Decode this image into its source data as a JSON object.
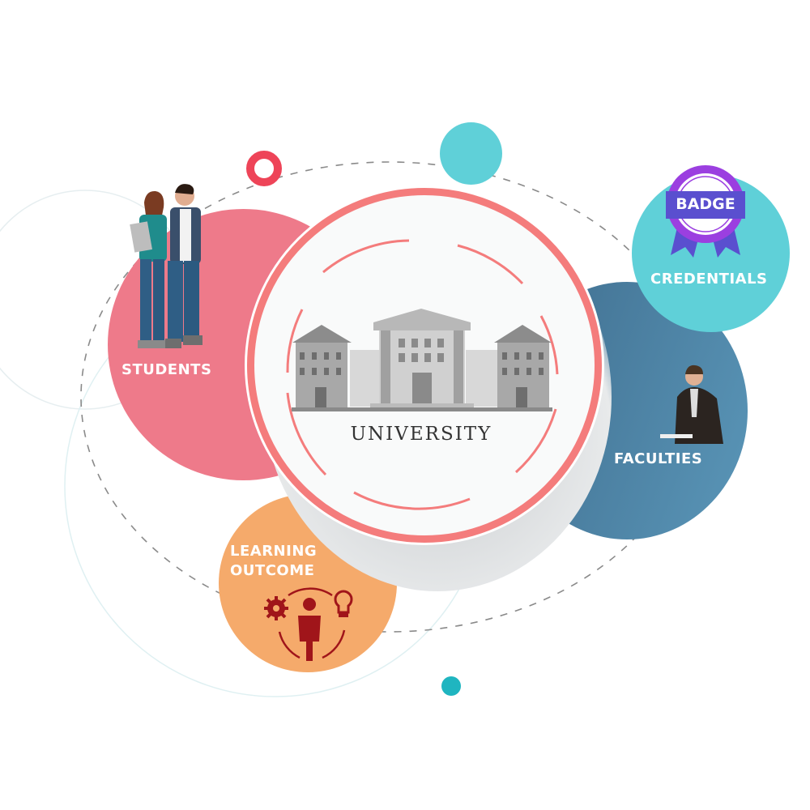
{
  "diagram": {
    "center": {
      "label": "UNIVERSITY",
      "icon": "university-buildings-icon",
      "ring_color": "#f47c7c"
    },
    "nodes": [
      {
        "id": "students",
        "label": "STUDENTS",
        "color": "#ee7a8a",
        "icon": "students-photo"
      },
      {
        "id": "credentials",
        "label": "CREDENTIALS",
        "badge_text": "BADGE",
        "color": "#5fd0d8",
        "icon": "badge-ribbon-icon"
      },
      {
        "id": "faculties",
        "label": "FACULTIES",
        "color": "#4f87a8",
        "icon": "faculty-photo"
      },
      {
        "id": "learning_outcome",
        "label_line1": "LEARNING",
        "label_line2": "OUTCOME",
        "color": "#f5aa6b",
        "icon": "person-gear-bulb-icon"
      }
    ],
    "decorations": {
      "red_ring_color": "#ee4458",
      "teal_dot_color": "#5fd0d8",
      "small_teal_dot_color": "#1fb5c0"
    }
  }
}
